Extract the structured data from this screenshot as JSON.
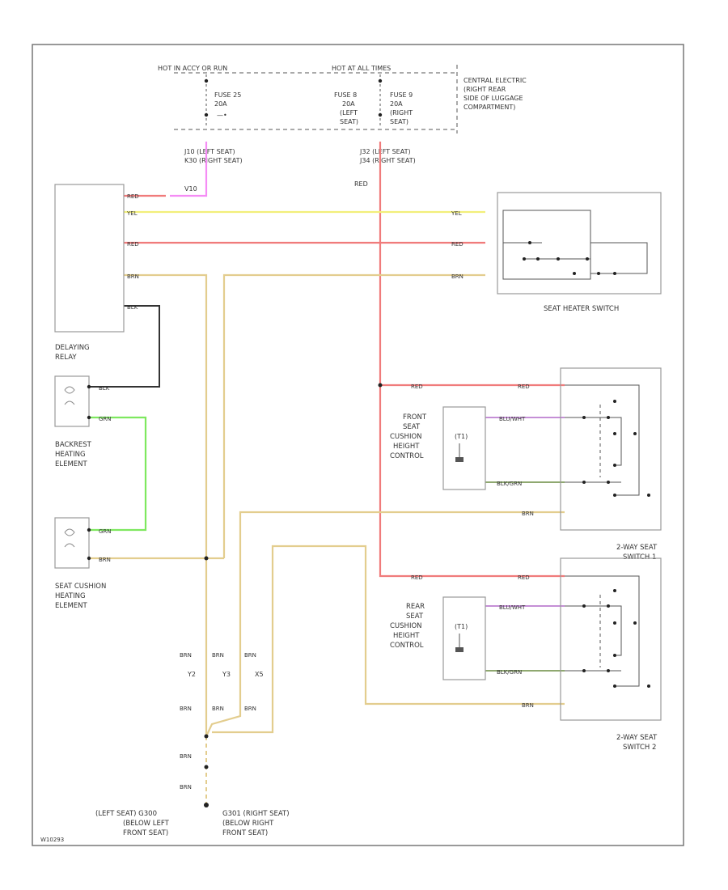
{
  "top": {
    "hot_in_run": "HOT IN ACCY OR RUN",
    "hot_at_all_times": "HOT AT ALL TIMES",
    "fuse25": [
      "FUSE 25",
      "20A"
    ],
    "fuse8": [
      "FUSE 8",
      "20A",
      "(LEFT",
      "SEAT)"
    ],
    "fuse9": [
      "FUSE 9",
      "20A",
      "(RIGHT",
      "SEAT)"
    ],
    "fusebox": [
      "CENTRAL ELECTRIC",
      "(RIGHT REAR",
      "SIDE OF LUGGAGE",
      "COMPARTMENT)"
    ],
    "conn_left": [
      "J10   (LEFT SEAT)",
      "K30   (RIGHT SEAT)"
    ],
    "conn_right": [
      "J32   (LEFT SEAT)",
      "J34   (RIGHT SEAT)"
    ],
    "v10": "V10",
    "red": "RED"
  },
  "wires": {
    "red": "RED",
    "yel": "YEL",
    "brn": "BRN",
    "blk": "BLK",
    "grn": "GRN",
    "blu_wht": "BLU/WHT",
    "blk_grn": "BLK/GRN"
  },
  "components": {
    "delaying_relay": [
      "DELAYING",
      "RELAY"
    ],
    "backrest": [
      "BACKREST",
      "HEATING",
      "ELEMENT"
    ],
    "seat_cushion": [
      "SEAT CUSHION",
      "HEATING",
      "ELEMENT"
    ],
    "seat_heater_switch": "SEAT HEATER SWITCH",
    "front_cushion": [
      "FRONT",
      "SEAT",
      "CUSHION",
      "HEIGHT",
      "CONTROL"
    ],
    "rear_cushion": [
      "REAR",
      "SEAT",
      "CUSHION",
      "HEIGHT",
      "CONTROL"
    ],
    "switch1": [
      "2-WAY SEAT",
      "SWITCH 1"
    ],
    "switch2": [
      "2-WAY SEAT",
      "SWITCH 2"
    ],
    "mtr": "(T1)",
    "connectors": [
      "Y2",
      "Y3",
      "X5"
    ],
    "ground_left": [
      "(LEFT SEAT)   G300",
      "(BELOW LEFT",
      "FRONT SEAT)"
    ],
    "ground_right": [
      "G301   (RIGHT SEAT)",
      "(BELOW RIGHT",
      "FRONT SEAT)"
    ],
    "code": "W10293"
  },
  "colors": {
    "red": "#f07b7b",
    "yel": "#f2ef7a",
    "brn": "#e3cd8e",
    "grn": "#7ee85f",
    "pink": "#f58cf5",
    "black": "#333333"
  }
}
